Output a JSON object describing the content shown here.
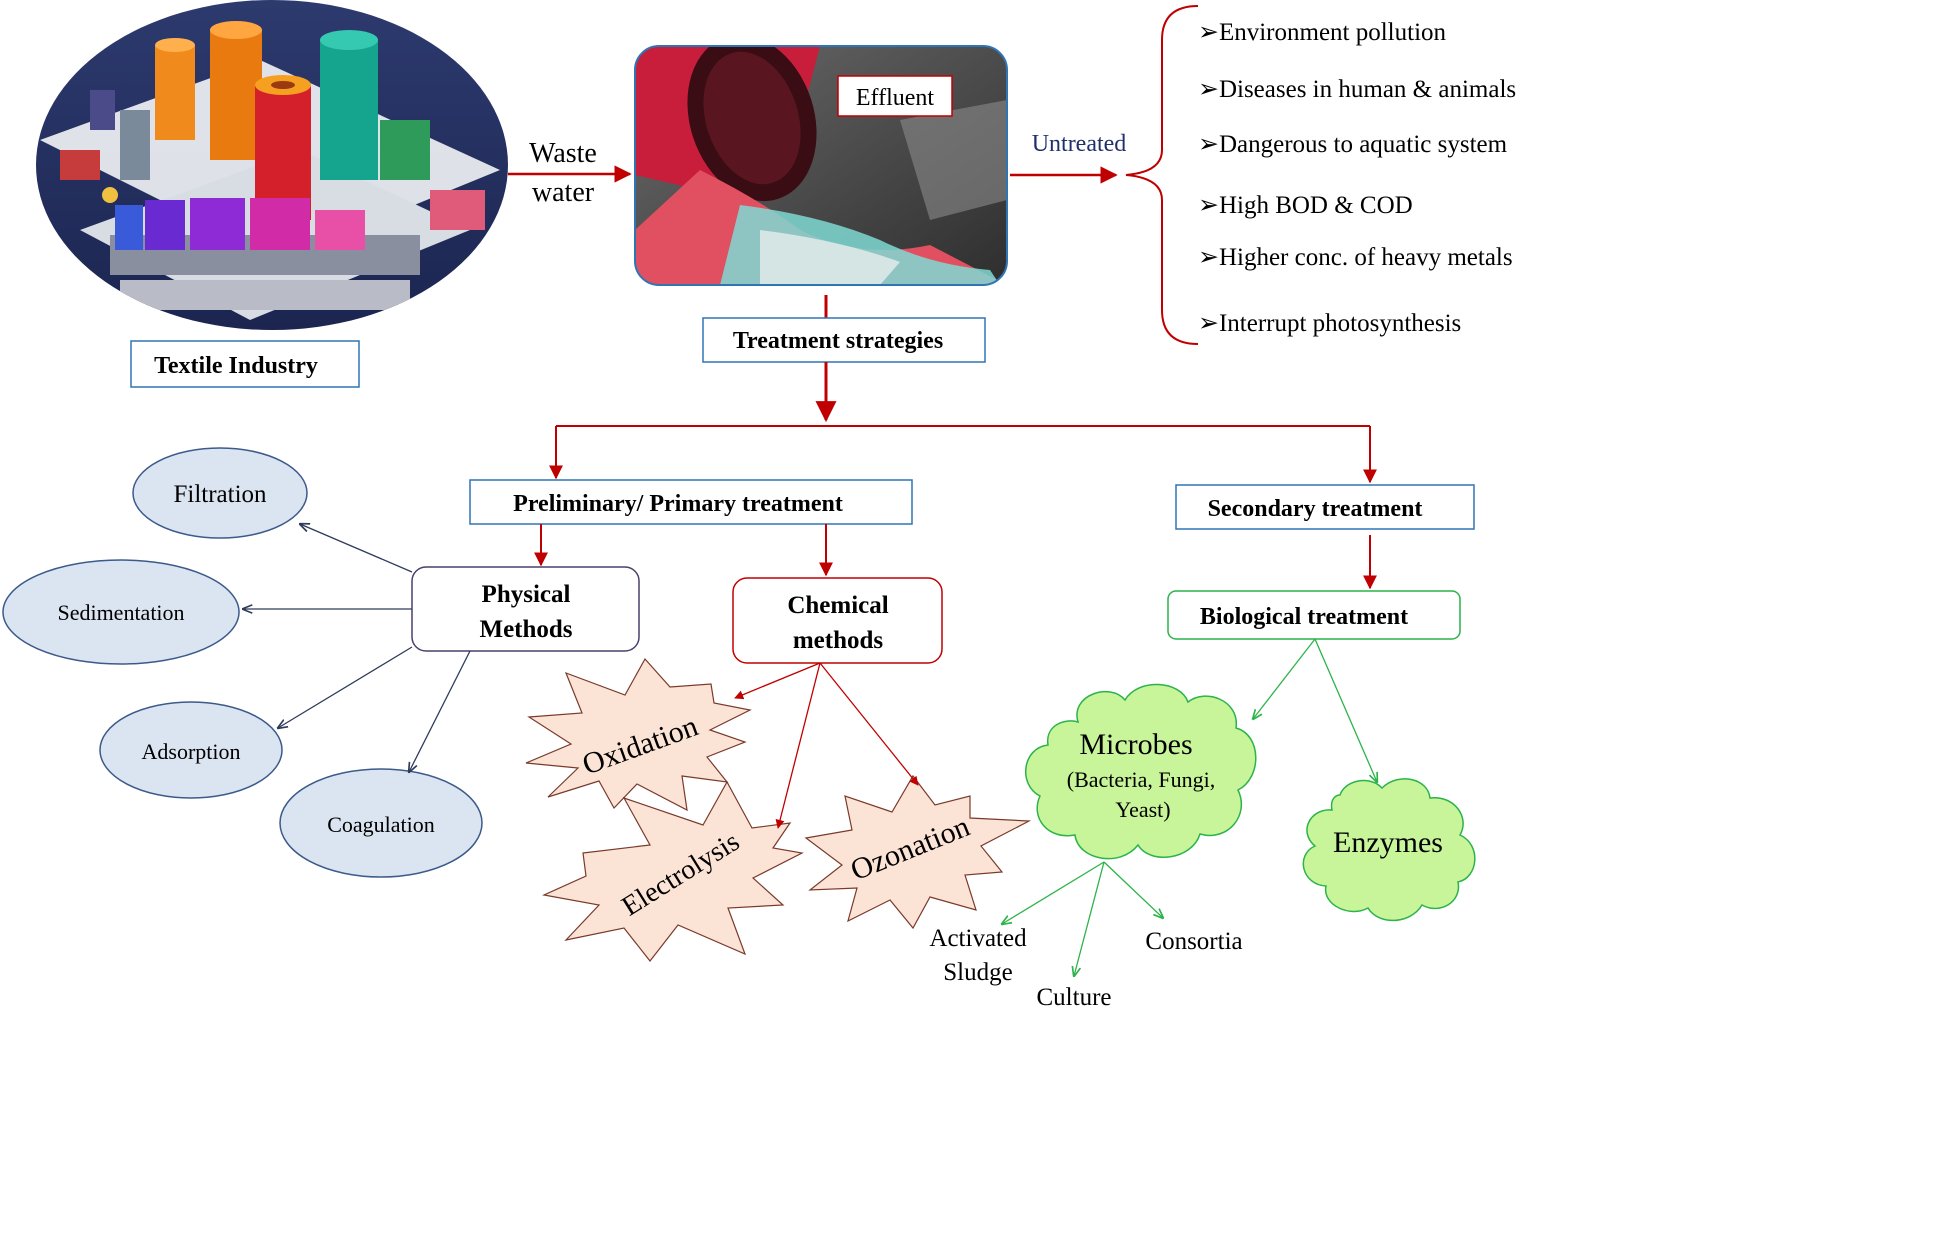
{
  "colors": {
    "flow_red": "#c00000",
    "physical_border": "#4a3f6b",
    "physical_arrow": "#2f3b5c",
    "green_border": "#2cb34a",
    "green_fill": "#c8f59a",
    "ellipse_fill": "#dbe5f1",
    "ellipse_border": "#3c5a8a",
    "starburst_fill": "#fbe3d6",
    "untreated_text": "#1f2f6b",
    "box_border_blue": "#2e75b6"
  },
  "source": {
    "label": "Textile Industry",
    "picture": "textile-factory-illustration"
  },
  "flow": {
    "waste_line1": "Waste",
    "waste_line2": "water",
    "untreated": "Untreated"
  },
  "effluent": {
    "label": "Effluent",
    "picture": "effluent-pipe-photo"
  },
  "effects": [
    "Environment pollution",
    "Diseases in human & animals",
    "Dangerous to aquatic system",
    "High BOD & COD",
    "Higher conc. of heavy metals",
    "Interrupt photosynthesis"
  ],
  "strategies": {
    "label": "Treatment strategies"
  },
  "primary": {
    "label": "Preliminary/ Primary treatment"
  },
  "secondary": {
    "label": "Secondary treatment"
  },
  "physical": {
    "line1": "Physical",
    "line2": "Methods"
  },
  "chemical": {
    "line1": "Chemical",
    "line2": "methods"
  },
  "biological": {
    "label": "Biological treatment"
  },
  "physical_methods": [
    "Filtration",
    "Sedimentation",
    "Adsorption",
    "Coagulation"
  ],
  "chemical_methods": [
    "Oxidation",
    "Electrolysis",
    "Ozonation"
  ],
  "microbes": {
    "title": "Microbes",
    "line2": "(Bacteria, Fungi,",
    "line3": "Yeast)"
  },
  "enzymes": {
    "label": "Enzymes"
  },
  "microbe_types": {
    "activated_line1": "Activated",
    "activated_line2": "Sludge",
    "culture": "Culture",
    "consortia": "Consortia"
  }
}
